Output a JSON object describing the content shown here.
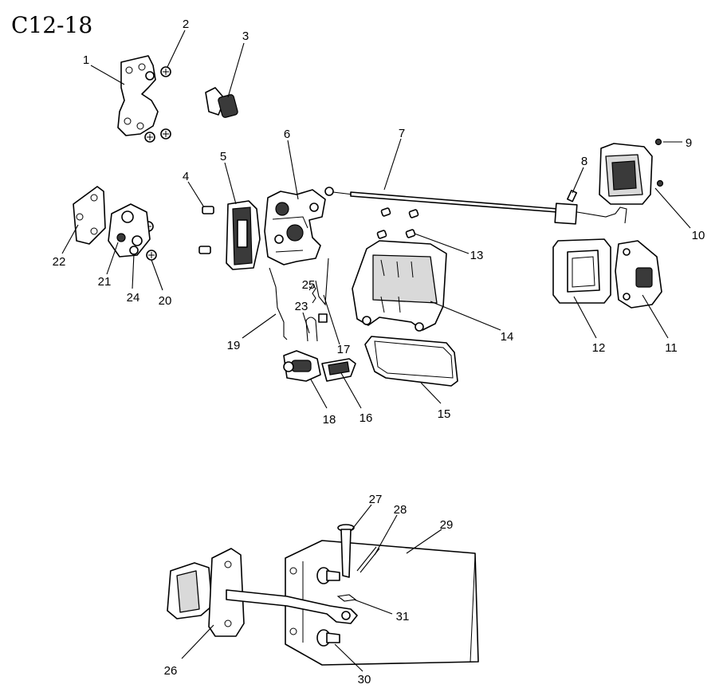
{
  "diagram": {
    "title": "C12-18",
    "callouts": [
      "1",
      "2",
      "3",
      "4",
      "5",
      "6",
      "7",
      "8",
      "9",
      "10",
      "11",
      "12",
      "13",
      "14",
      "15",
      "16",
      "17",
      "18",
      "19",
      "20",
      "21",
      "22",
      "23",
      "24",
      "25",
      "26",
      "27",
      "28",
      "29",
      "30",
      "31"
    ]
  }
}
